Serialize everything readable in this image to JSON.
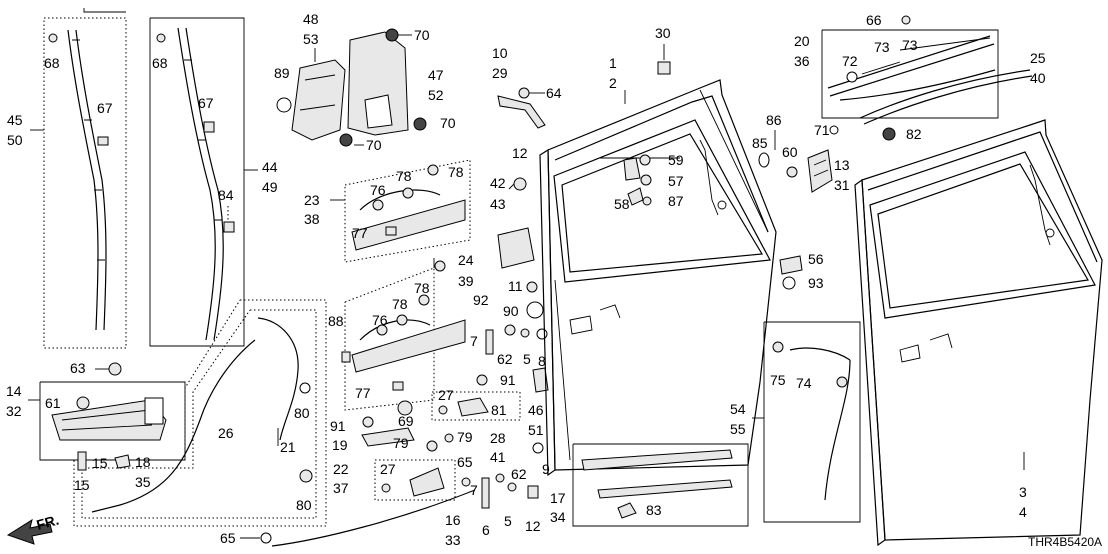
{
  "diagram": {
    "drawing_code": "THR4B5420A",
    "direction_label": "FR.",
    "callouts": [
      {
        "id": "n68a",
        "text": "68"
      },
      {
        "id": "n68b",
        "text": "68"
      },
      {
        "id": "n45",
        "text": "45"
      },
      {
        "id": "n50",
        "text": "50"
      },
      {
        "id": "n67a",
        "text": "67"
      },
      {
        "id": "n67b",
        "text": "67"
      },
      {
        "id": "n44",
        "text": "44"
      },
      {
        "id": "n49",
        "text": "49"
      },
      {
        "id": "n84",
        "text": "84"
      },
      {
        "id": "n63",
        "text": "63"
      },
      {
        "id": "n48",
        "text": "48"
      },
      {
        "id": "n53",
        "text": "53"
      },
      {
        "id": "n89",
        "text": "89"
      },
      {
        "id": "n70a",
        "text": "70"
      },
      {
        "id": "n47",
        "text": "47"
      },
      {
        "id": "n52",
        "text": "52"
      },
      {
        "id": "n70b",
        "text": "70"
      },
      {
        "id": "n70c",
        "text": "70"
      },
      {
        "id": "n23",
        "text": "23"
      },
      {
        "id": "n38",
        "text": "38"
      },
      {
        "id": "n76a",
        "text": "76"
      },
      {
        "id": "n78a",
        "text": "78"
      },
      {
        "id": "n78b",
        "text": "78"
      },
      {
        "id": "n77a",
        "text": "77"
      },
      {
        "id": "n24",
        "text": "24"
      },
      {
        "id": "n39",
        "text": "39"
      },
      {
        "id": "n78c",
        "text": "78"
      },
      {
        "id": "n92",
        "text": "92"
      },
      {
        "id": "n88",
        "text": "88"
      },
      {
        "id": "n76b",
        "text": "76"
      },
      {
        "id": "n78d",
        "text": "78"
      },
      {
        "id": "n77b",
        "text": "77"
      },
      {
        "id": "n69",
        "text": "69"
      },
      {
        "id": "n91a",
        "text": "91"
      },
      {
        "id": "n91b",
        "text": "91"
      },
      {
        "id": "n19",
        "text": "19"
      },
      {
        "id": "n79a",
        "text": "79"
      },
      {
        "id": "n79b",
        "text": "79"
      },
      {
        "id": "n27a",
        "text": "27"
      },
      {
        "id": "n81",
        "text": "81"
      },
      {
        "id": "n28",
        "text": "28"
      },
      {
        "id": "n41",
        "text": "41"
      },
      {
        "id": "n22",
        "text": "22"
      },
      {
        "id": "n37",
        "text": "37"
      },
      {
        "id": "n27b",
        "text": "27"
      },
      {
        "id": "n65a",
        "text": "65"
      },
      {
        "id": "n65b",
        "text": "65"
      },
      {
        "id": "n16",
        "text": "16"
      },
      {
        "id": "n33",
        "text": "33"
      },
      {
        "id": "n14",
        "text": "14"
      },
      {
        "id": "n32",
        "text": "32"
      },
      {
        "id": "n61",
        "text": "61"
      },
      {
        "id": "n15a",
        "text": "15"
      },
      {
        "id": "n15b",
        "text": "15"
      },
      {
        "id": "n18",
        "text": "18"
      },
      {
        "id": "n35",
        "text": "35"
      },
      {
        "id": "n26",
        "text": "26"
      },
      {
        "id": "n80a",
        "text": "80"
      },
      {
        "id": "n21",
        "text": "21"
      },
      {
        "id": "n80b",
        "text": "80"
      },
      {
        "id": "n10",
        "text": "10"
      },
      {
        "id": "n29",
        "text": "29"
      },
      {
        "id": "n64",
        "text": "64"
      },
      {
        "id": "n12a",
        "text": "12"
      },
      {
        "id": "n42",
        "text": "42"
      },
      {
        "id": "n43",
        "text": "43"
      },
      {
        "id": "n11",
        "text": "11"
      },
      {
        "id": "n90",
        "text": "90"
      },
      {
        "id": "n7a",
        "text": "7"
      },
      {
        "id": "n62a",
        "text": "62"
      },
      {
        "id": "n5a",
        "text": "5"
      },
      {
        "id": "n8",
        "text": "8"
      },
      {
        "id": "n46",
        "text": "46"
      },
      {
        "id": "n51",
        "text": "51"
      },
      {
        "id": "n9",
        "text": "9"
      },
      {
        "id": "n62b",
        "text": "62"
      },
      {
        "id": "n7b",
        "text": "7"
      },
      {
        "id": "n6",
        "text": "6"
      },
      {
        "id": "n5b",
        "text": "5"
      },
      {
        "id": "n12b",
        "text": "12"
      },
      {
        "id": "n1",
        "text": "1"
      },
      {
        "id": "n2",
        "text": "2"
      },
      {
        "id": "n30",
        "text": "30"
      },
      {
        "id": "n59",
        "text": "59"
      },
      {
        "id": "n57",
        "text": "57"
      },
      {
        "id": "n58",
        "text": "58"
      },
      {
        "id": "n87",
        "text": "87"
      },
      {
        "id": "n17",
        "text": "17"
      },
      {
        "id": "n34",
        "text": "34"
      },
      {
        "id": "n83",
        "text": "83"
      },
      {
        "id": "n66",
        "text": "66"
      },
      {
        "id": "n20",
        "text": "20"
      },
      {
        "id": "n36",
        "text": "36"
      },
      {
        "id": "n72",
        "text": "72"
      },
      {
        "id": "n73a",
        "text": "73"
      },
      {
        "id": "n73b",
        "text": "73"
      },
      {
        "id": "n25",
        "text": "25"
      },
      {
        "id": "n40",
        "text": "40"
      },
      {
        "id": "n71",
        "text": "71"
      },
      {
        "id": "n82",
        "text": "82"
      },
      {
        "id": "n86",
        "text": "86"
      },
      {
        "id": "n85",
        "text": "85"
      },
      {
        "id": "n60",
        "text": "60"
      },
      {
        "id": "n13",
        "text": "13"
      },
      {
        "id": "n31",
        "text": "31"
      },
      {
        "id": "n56",
        "text": "56"
      },
      {
        "id": "n93",
        "text": "93"
      },
      {
        "id": "n75",
        "text": "75"
      },
      {
        "id": "n74",
        "text": "74"
      },
      {
        "id": "n54",
        "text": "54"
      },
      {
        "id": "n55",
        "text": "55"
      },
      {
        "id": "n3",
        "text": "3"
      },
      {
        "id": "n4",
        "text": "4"
      }
    ]
  }
}
